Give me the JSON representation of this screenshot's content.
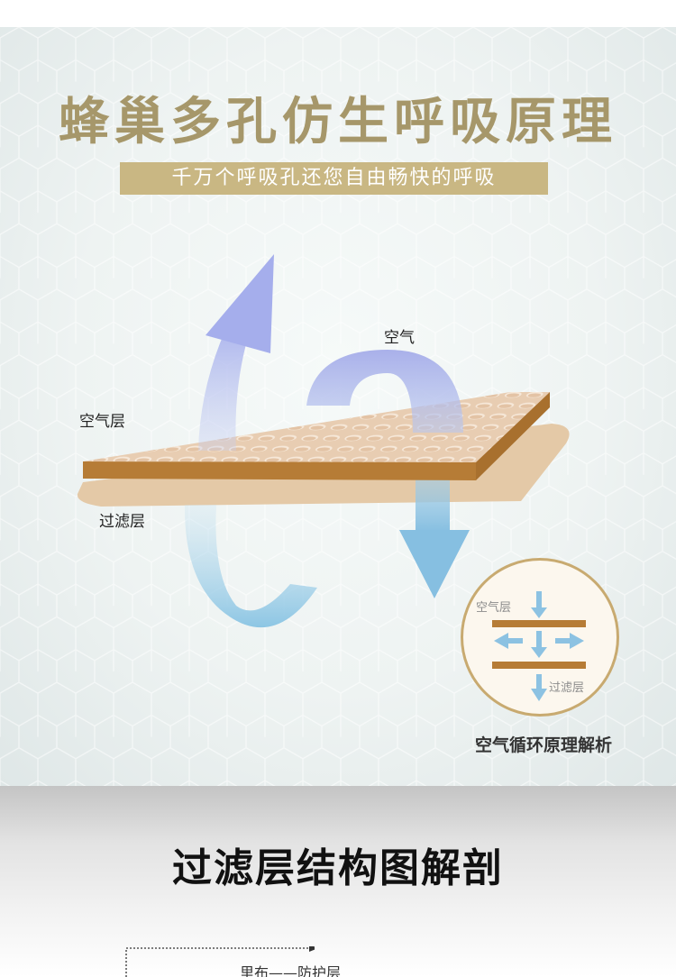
{
  "hero": {
    "title": "蜂巢多孔仿生呼吸原理",
    "subtitle": "千万个呼吸孔还您自由畅快的呼吸"
  },
  "diagram": {
    "label_air": "空气",
    "label_air_layer": "空气层",
    "label_filter_layer": "过滤层"
  },
  "inset": {
    "label_air_layer": "空气层",
    "label_filter_layer": "过滤层",
    "caption": "空气循环原理解析"
  },
  "section2": {
    "title": "过滤层结构图解剖",
    "fabric_label": "里布——防护层"
  },
  "colors": {
    "title_gold": "#a6976a",
    "subtitle_bar": "#c9b783",
    "board_top": "#e8cdb2",
    "board_edge": "#b67c36",
    "filter_board": "#e4c9a7",
    "arrow_purple": "#a7b1ec",
    "arrow_blue": "#8cc2e2",
    "inset_border": "#c8aa70"
  },
  "icons": [
    "up-arrow-icon",
    "curved-arrow-icon",
    "down-arrow-icon",
    "circulation-diagram-icon"
  ]
}
